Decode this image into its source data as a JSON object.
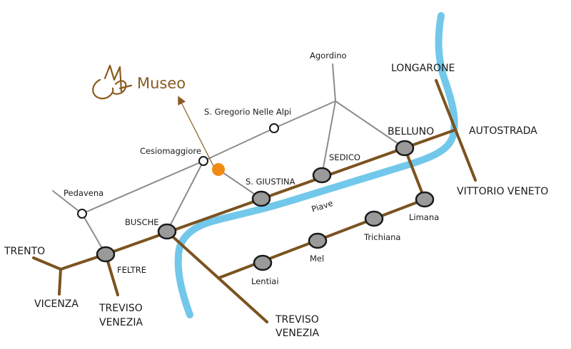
{
  "museum": {
    "label": "Museo",
    "logo_icon": "museum-logo-icon",
    "marker_color": "#f08a12"
  },
  "colors": {
    "main_road": "#7b5320",
    "secondary_road": "#8c8c8c",
    "river": "#72c8ea",
    "town_fill": "#9a9a9a",
    "arrow": "#8a5a20"
  },
  "river": {
    "label": "Piave"
  },
  "places": {
    "longarone": "LONGARONE",
    "autostrada": "AUTOSTRADA",
    "vittorio_veneto": "VITTORIO VENETO",
    "belluno": "BELLUNO",
    "limana": "Limana",
    "trichiana": "Trichiana",
    "mel": "Mel",
    "lentiai": "Lentiai",
    "sedico": "SEDICO",
    "s_giustina": "S. GIUSTINA",
    "busche": "BUSCHE",
    "feltre": "FELTRE",
    "pedavena": "Pedavena",
    "cesiomaggiore": "Cesiomaggiore",
    "s_gregorio": "S. Gregorio Nelle Alpi",
    "agordino": "Agordino",
    "trento": "TRENTO",
    "vicenza": "VICENZA",
    "treviso_1": "TREVISO",
    "venezia_1": "VENEZIA",
    "treviso_2": "TREVISO",
    "venezia_2": "VENEZIA"
  }
}
